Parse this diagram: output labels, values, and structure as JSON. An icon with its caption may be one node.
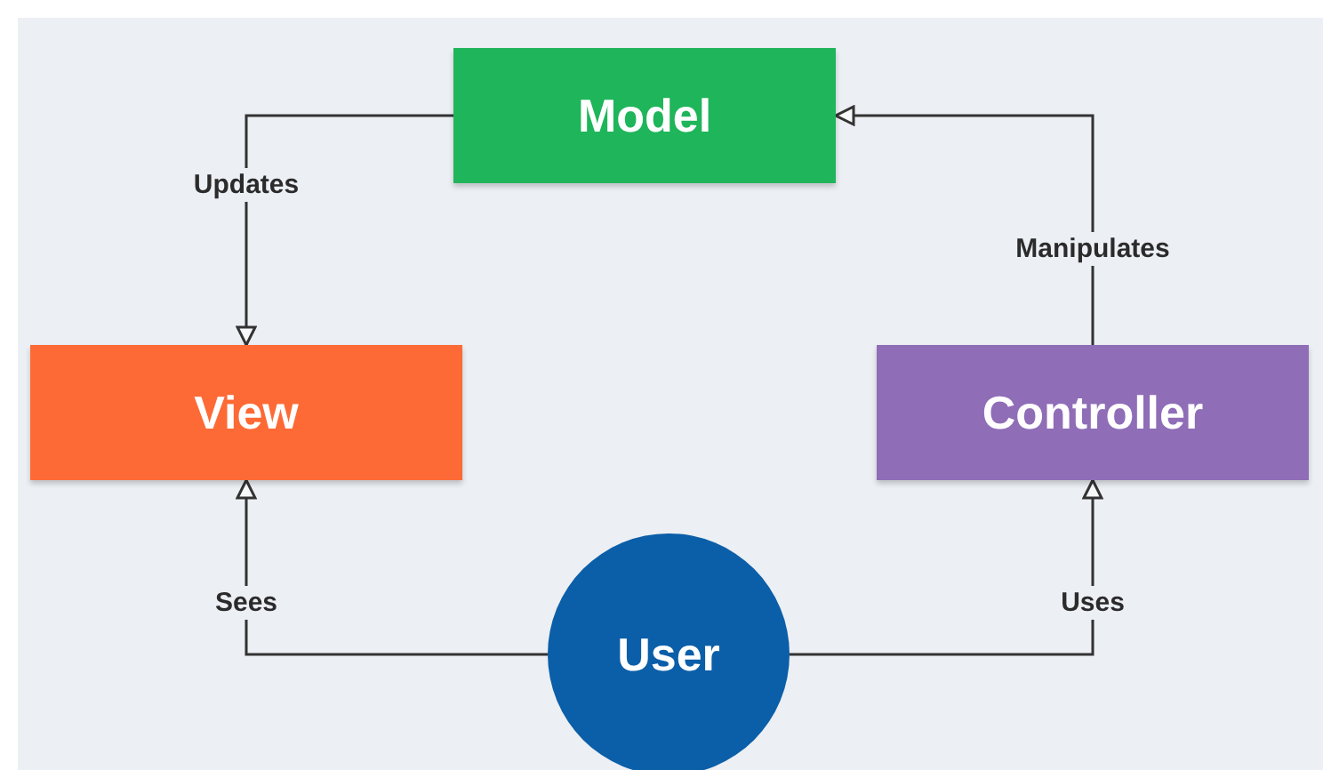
{
  "diagram": {
    "nodes": [
      {
        "text": [
          "Model"
        ]
      },
      {
        "text": [
          "View"
        ]
      },
      {
        "text": [
          "Controller"
        ]
      },
      {
        "text": [
          "User"
        ]
      }
    ],
    "edges": [
      {
        "from": 0,
        "to": 1,
        "arrow": "to",
        "label": "Updates"
      },
      {
        "from": 2,
        "to": 0,
        "arrow": "to",
        "label": "Manipulates"
      },
      {
        "from": 3,
        "to": 1,
        "arrow": "to",
        "label": "Sees"
      },
      {
        "from": 3,
        "to": 2,
        "arrow": "to",
        "label": "Uses"
      }
    ]
  }
}
